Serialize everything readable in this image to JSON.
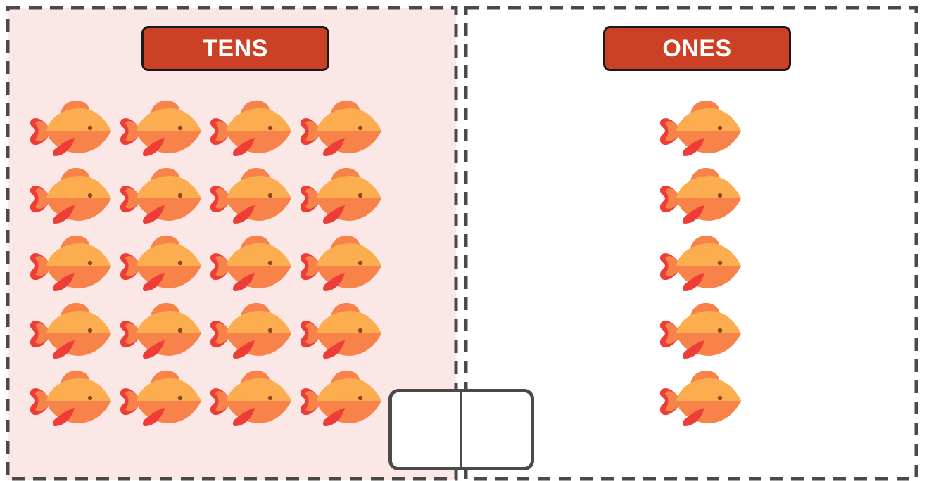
{
  "tens_label": "TENS",
  "ones_label": "ONES",
  "colors": {
    "header_bg": "#cc4125",
    "tens_bg": "#fce7e7",
    "dash": "#4a4a4a"
  },
  "icon": "fish-icon",
  "tens_fish_count": 20,
  "ones_fish_count": 5,
  "answer_boxes": {
    "tens_value": "",
    "ones_value": ""
  }
}
